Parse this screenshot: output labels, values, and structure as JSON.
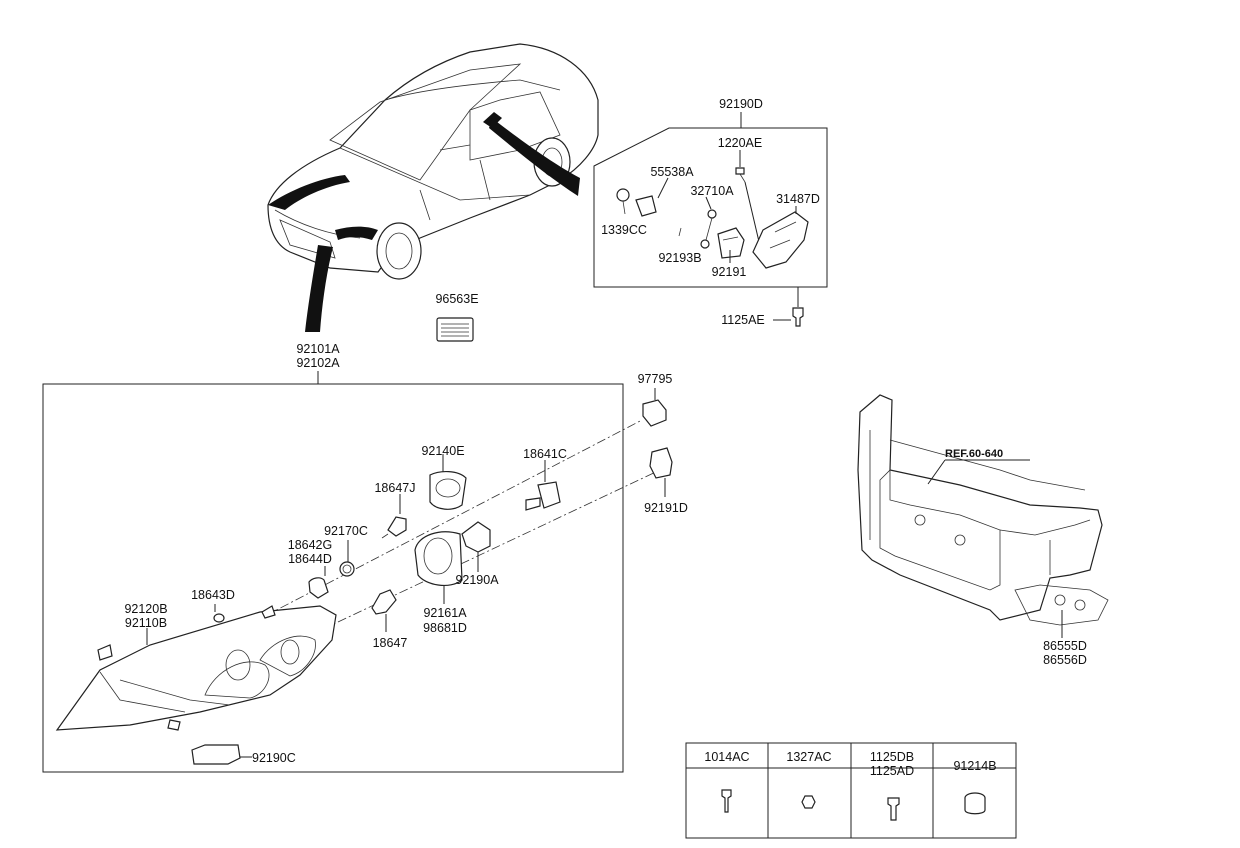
{
  "labels": {
    "p92190D": "92190D",
    "p1220AE": "1220AE",
    "p55538A": "55538A",
    "p32710A": "32710A",
    "p31487D": "31487D",
    "p1339CC": "1339CC",
    "p92193B": "92193B",
    "p92191": "92191",
    "p1125AE": "1125AE",
    "p96563E": "96563E",
    "p92101A": "92101A",
    "p92102A": "92102A",
    "p97795": "97795",
    "p92140E": "92140E",
    "p18641C": "18641C",
    "p18647J": "18647J",
    "p92191D": "92191D",
    "p92170C": "92170C",
    "p18642G": "18642G",
    "p18644D": "18644D",
    "p92190A": "92190A",
    "p18643D": "18643D",
    "p92120B": "92120B",
    "p92110B": "92110B",
    "p92161A": "92161A",
    "p98681D": "98681D",
    "p18647": "18647",
    "p92190C": "92190C",
    "ref": "REF.60-640",
    "p86555D": "86555D",
    "p86556D": "86556D"
  },
  "fastener_table": {
    "headers": [
      "1014AC",
      "1327AC",
      "1125DB",
      "1125AD",
      "91214B"
    ]
  }
}
